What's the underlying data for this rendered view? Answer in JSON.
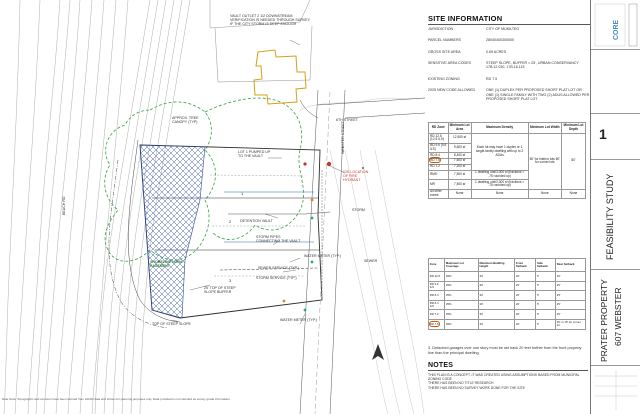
{
  "plan": {
    "labels": {
      "vault_note": "VAULT OUTLET 2 1/2 DOWNSTREAM VERIFICATION IS NEEDED THROUGH SURVEY IF THE CITY STORM IS DEEP ENOUGH",
      "wetland_tree": "APPROX. TREE CANOPY (TYP)",
      "lot1_pump": "LOT 1 PUMPED UP TO THE VAULT",
      "fire_hydrant": "GIS LOCATION OF FIRE HYDRANT",
      "detention_vault": "DETENTION VAULT",
      "storm_pipes": "STORM PIPES CONNECTING THE VAULT",
      "water_meter": "WATER METER (TYP.)",
      "sewer_service": "SEWER SERVICE (TYP.)",
      "storm_service": "STORM SERVICE (TYP.)",
      "setback_line": "25' TOP OF STEEP SLOPE BUFFER",
      "top_slope": "TOP OF STEEP SLOPE",
      "water_meter2": "WATER METER (TYP.)",
      "shoreline": "SHORELINE NORA EASEMENT",
      "storm_right": "STORM",
      "sewer_right": "SEWER",
      "street_6th": "6TH STREET",
      "webster_st": "WEBSTER STREET",
      "lot1": "1",
      "lot2": "2",
      "lot3": "3",
      "beach": "BEACH RD"
    }
  },
  "site_info": {
    "title": "SITE INFORMATION",
    "rows": [
      {
        "k": "JURISDICTION",
        "v": "CITY OF MUKILTEO"
      },
      {
        "k": "PARCEL NUMBERS",
        "v": "28040400300500"
      },
      {
        "k": "GROSS SITE AREA",
        "v": "0.69 ACRES"
      },
      {
        "k": "SENSITIVE AREA CODES",
        "v": "STEEP SLOPE, BUFFER = 25', URBAN CONSERVANCY 17B.12.030, 17B.16.115"
      },
      {
        "k": "EXISTING ZONING",
        "v": "RD 7.5"
      },
      {
        "k": "2025 NEW CODE ALLOWED",
        "v": "ONE (1) DUPLEX PER PROPOSED SHORT PLAT LOT OR ONE (1) SINGLE FAMILY WITH TWO (2) ADUS ALLOWED PER PROPOSED SHORT PLAT LOT"
      }
    ]
  },
  "zone_table": {
    "headers": [
      "RD Zone",
      "Minimum Lot Area",
      "Maximum Density",
      "Minimum Lot Width",
      "Minimum Lot Depth"
    ],
    "rows": [
      [
        "RD 12.5 (12.5 ILS)",
        "12,500 sf",
        "Each lot may have 1 duplex or 1 single-family dwelling with up to 2 ADUs",
        "50' for interior lots 60' for corner lots",
        "80'"
      ],
      [
        "RD 9.6 (9.6 ILS)",
        "9,600 sf",
        "",
        "",
        ""
      ],
      [
        "RD 8.4",
        "8,400 sf",
        "",
        "",
        ""
      ],
      [
        "RD 7.5",
        "7,500 sf",
        "",
        "",
        ""
      ],
      [
        "RD 7.2",
        "7,200 sf",
        "",
        "",
        ""
      ],
      [
        "RMD",
        "7,500 sf",
        "1 dwelling unit/3,000 sf (fractions > .75 rounded up)",
        "",
        ""
      ],
      [
        "MR",
        "7,500 sf",
        "1 dwelling unit/2,000 sf (fractions > .75 rounded up)",
        "",
        ""
      ],
      [
        "All other zones",
        "None",
        "None",
        "None",
        "None"
      ]
    ],
    "highlighted": "RD 7.5"
  },
  "dev_table": {
    "headers": [
      "Zone",
      "Maximum Lot Coverage",
      "Maximum Building Height",
      "Front Setback",
      "Side Setback",
      "Rear Setback"
    ],
    "rows": [
      [
        "RD 12.5",
        "35%",
        "30'",
        "20'",
        "5'",
        "25'"
      ],
      [
        "RD 9.6 ILS",
        "35%",
        "30'",
        "20'",
        "5'",
        "25'"
      ],
      [
        "RD 8.4",
        "35%",
        "30'",
        "20'",
        "5'",
        "25'"
      ],
      [
        "RD 8.4 ILS",
        "35%",
        "30'",
        "20'",
        "5'",
        "25'"
      ],
      [
        "RD 7.2",
        "35%",
        "30'",
        "20'",
        "5'",
        "25'"
      ],
      [
        "RD 7.5",
        "35%",
        "30'",
        "20'",
        "5'",
        "25' or 15' for corner lot"
      ]
    ]
  },
  "note3": "3.  Detached garages over one story must be set back 20 feet further from the front property line than the principal dwelling.",
  "notes": {
    "title": "NOTES",
    "items": [
      "THIS PLAN IS A CONCEPT. IT WAS CREATED USING ASSUMPTIONS BASED FROM MUNICIPAL ZONING CODE",
      "THERE HAS BEEN NO TITLE RESEARCH",
      "THERE HAS BEEN NO SURVEY WORK DONE FOR THE SITE"
    ]
  },
  "title_block": {
    "firm": "CORE",
    "study": "FEASIBILITY STUDY",
    "project_line1": "PRATER PROPERTY",
    "project_line2": "607 WEBSTER",
    "sheet_id": "1"
  },
  "footer": "Date Note: Topographic and contours have been derived from LiDAR data and shown for planning purposes only. Data provided is not intended as survey grade information.",
  "colors": {
    "parcel": "#2e2e2e",
    "wetland": "#3aa040",
    "building": "#d4a017",
    "easement_hatch": "#3050a0",
    "highlight": "#d35400"
  }
}
